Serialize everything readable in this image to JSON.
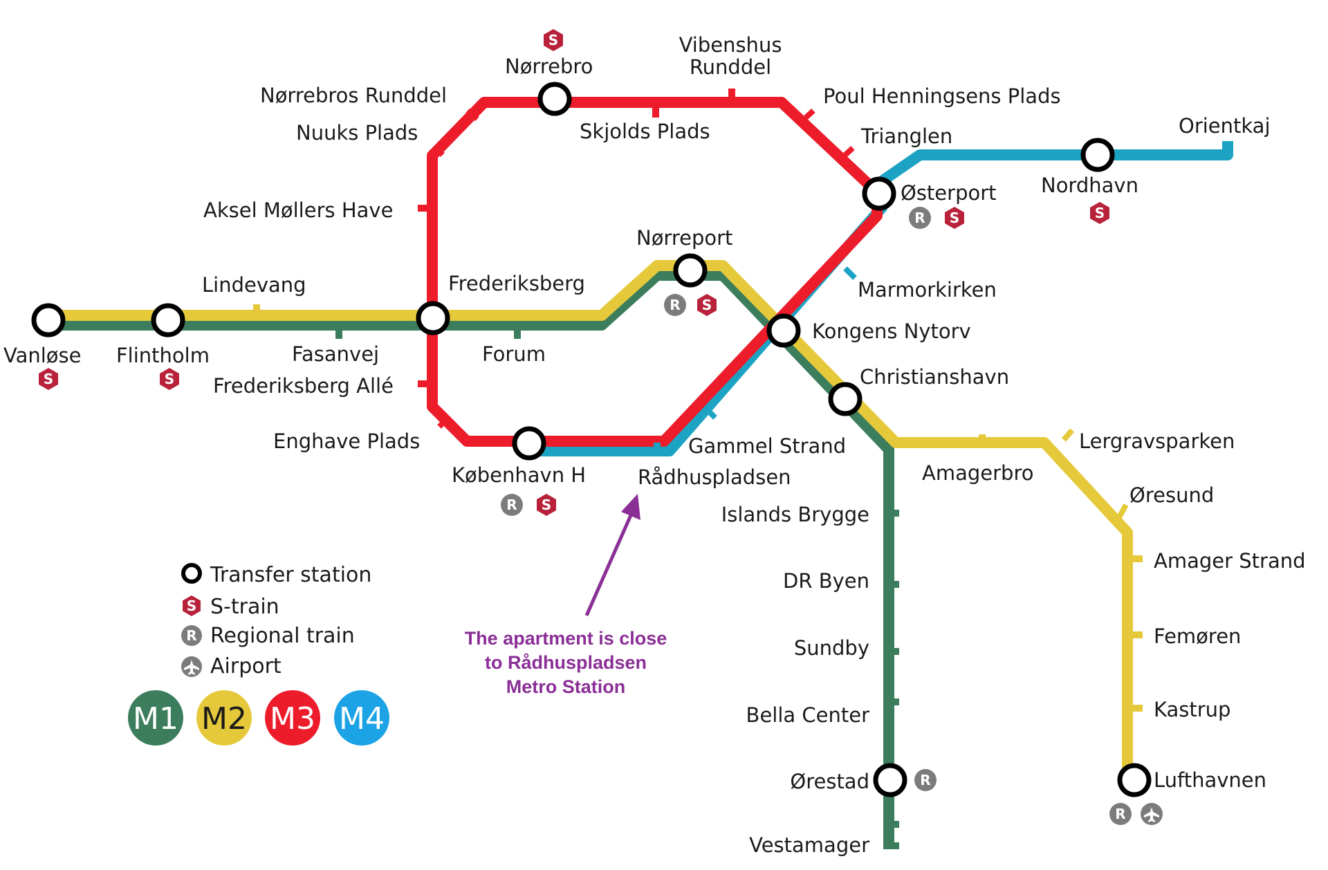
{
  "colors": {
    "m1": "#3b7d5c",
    "m2": "#e5c93a",
    "m3": "#ec1c2b",
    "m4": "#1ca3c3",
    "s_train": "#b8223a",
    "regional": "#7c7c7c",
    "annotation": "#8a2f96"
  },
  "stations": {
    "vanlose": "Vanløse",
    "flintholm": "Flintholm",
    "lindevang": "Lindevang",
    "fasanvej": "Fasanvej",
    "frederiksberg": "Frederiksberg",
    "forum": "Forum",
    "norreport": "Nørreport",
    "kongens_nytorv": "Kongens Nytorv",
    "christianshavn": "Christianshavn",
    "islands_brygge": "Islands Brygge",
    "dr_byen": "DR Byen",
    "sundby": "Sundby",
    "bella_center": "Bella Center",
    "orestad": "Ørestad",
    "vestamager": "Vestamager",
    "amagerbro": "Amagerbro",
    "lergravsparken": "Lergravsparken",
    "oresund": "Øresund",
    "amager_strand": "Amager Strand",
    "femoren": "Femøren",
    "kastrup": "Kastrup",
    "lufthavnen": "Lufthavnen",
    "norrebros_runddel": "Nørrebros Runddel",
    "norrebro": "Nørrebro",
    "vibenshus_line1": "Vibenshus",
    "vibenshus_line2": "Runddel",
    "nuuks_plads": "Nuuks Plads",
    "skjolds_plads": "Skjolds Plads",
    "poul_henningsens_plads": "Poul Henningsens Plads",
    "trianglen": "Trianglen",
    "osterport": "Østerport",
    "aksel_mollers_have": "Aksel Møllers Have",
    "marmorkirken": "Marmorkirken",
    "frederiksberg_alle": "Frederiksberg Allé",
    "enghave_plads": "Enghave Plads",
    "kobenhavn_h": "København H",
    "gammel_strand": "Gammel Strand",
    "radhuspladsen": "Rådhuspladsen",
    "nordhavn": "Nordhavn",
    "orientkaj": "Orientkaj"
  },
  "badges": {
    "s": "S",
    "r": "R"
  },
  "legend": {
    "transfer": "Transfer station",
    "s_train": "S-train",
    "regional": "Regional train",
    "airport": "Airport",
    "m1": "M1",
    "m2": "M2",
    "m3": "M3",
    "m4": "M4"
  },
  "annotation": {
    "line1": "The apartment is close",
    "line2": "to Rådhuspladsen",
    "line3": "Metro Station"
  }
}
